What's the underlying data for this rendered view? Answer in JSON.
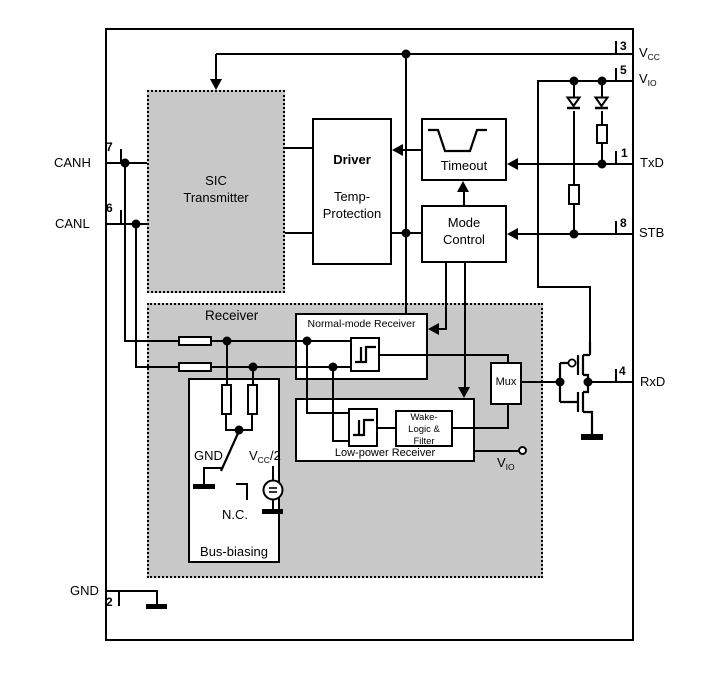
{
  "pins": {
    "canh": {
      "label": "CANH",
      "number": "7"
    },
    "canl": {
      "label": "CANL",
      "number": "6"
    },
    "gnd": {
      "label": "GND",
      "number": "2"
    },
    "vcc": {
      "base": "V",
      "sub": "CC",
      "number": "3"
    },
    "vio": {
      "base": "V",
      "sub": "IO",
      "number": "5"
    },
    "txd": {
      "label": "TxD",
      "number": "1"
    },
    "stb": {
      "label": "STB",
      "number": "8"
    },
    "rxd": {
      "label": "RxD",
      "number": "4"
    }
  },
  "blocks": {
    "sic": {
      "line1": "SIC",
      "line2": "Transmitter"
    },
    "driver": {
      "title": "Driver",
      "line2": "Temp-",
      "line3": "Protection"
    },
    "timeout": {
      "label": "Timeout"
    },
    "mode_control": {
      "line1": "Mode",
      "line2": "Control"
    },
    "receiver": {
      "label": "Receiver"
    },
    "normal_mode_receiver": {
      "label": "Normal-mode Receiver"
    },
    "low_power_receiver": {
      "label": "Low-power Receiver"
    },
    "wake_logic": {
      "line1": "Wake-",
      "line2": "Logic &",
      "line3": "Filter"
    },
    "mux": {
      "label": "Mux"
    },
    "bus_biasing": {
      "label": "Bus-biasing",
      "gnd": "GND",
      "vcc_half_base": "V",
      "vcc_half_sub": "CC",
      "vcc_half_suffix": "/2",
      "nc": "N.C."
    }
  },
  "terminals": {
    "vio_base": "V",
    "vio_sub": "IO"
  },
  "colors": {
    "line": "#000000",
    "block_fill": "#c8c8c8",
    "background": "#ffffff"
  }
}
